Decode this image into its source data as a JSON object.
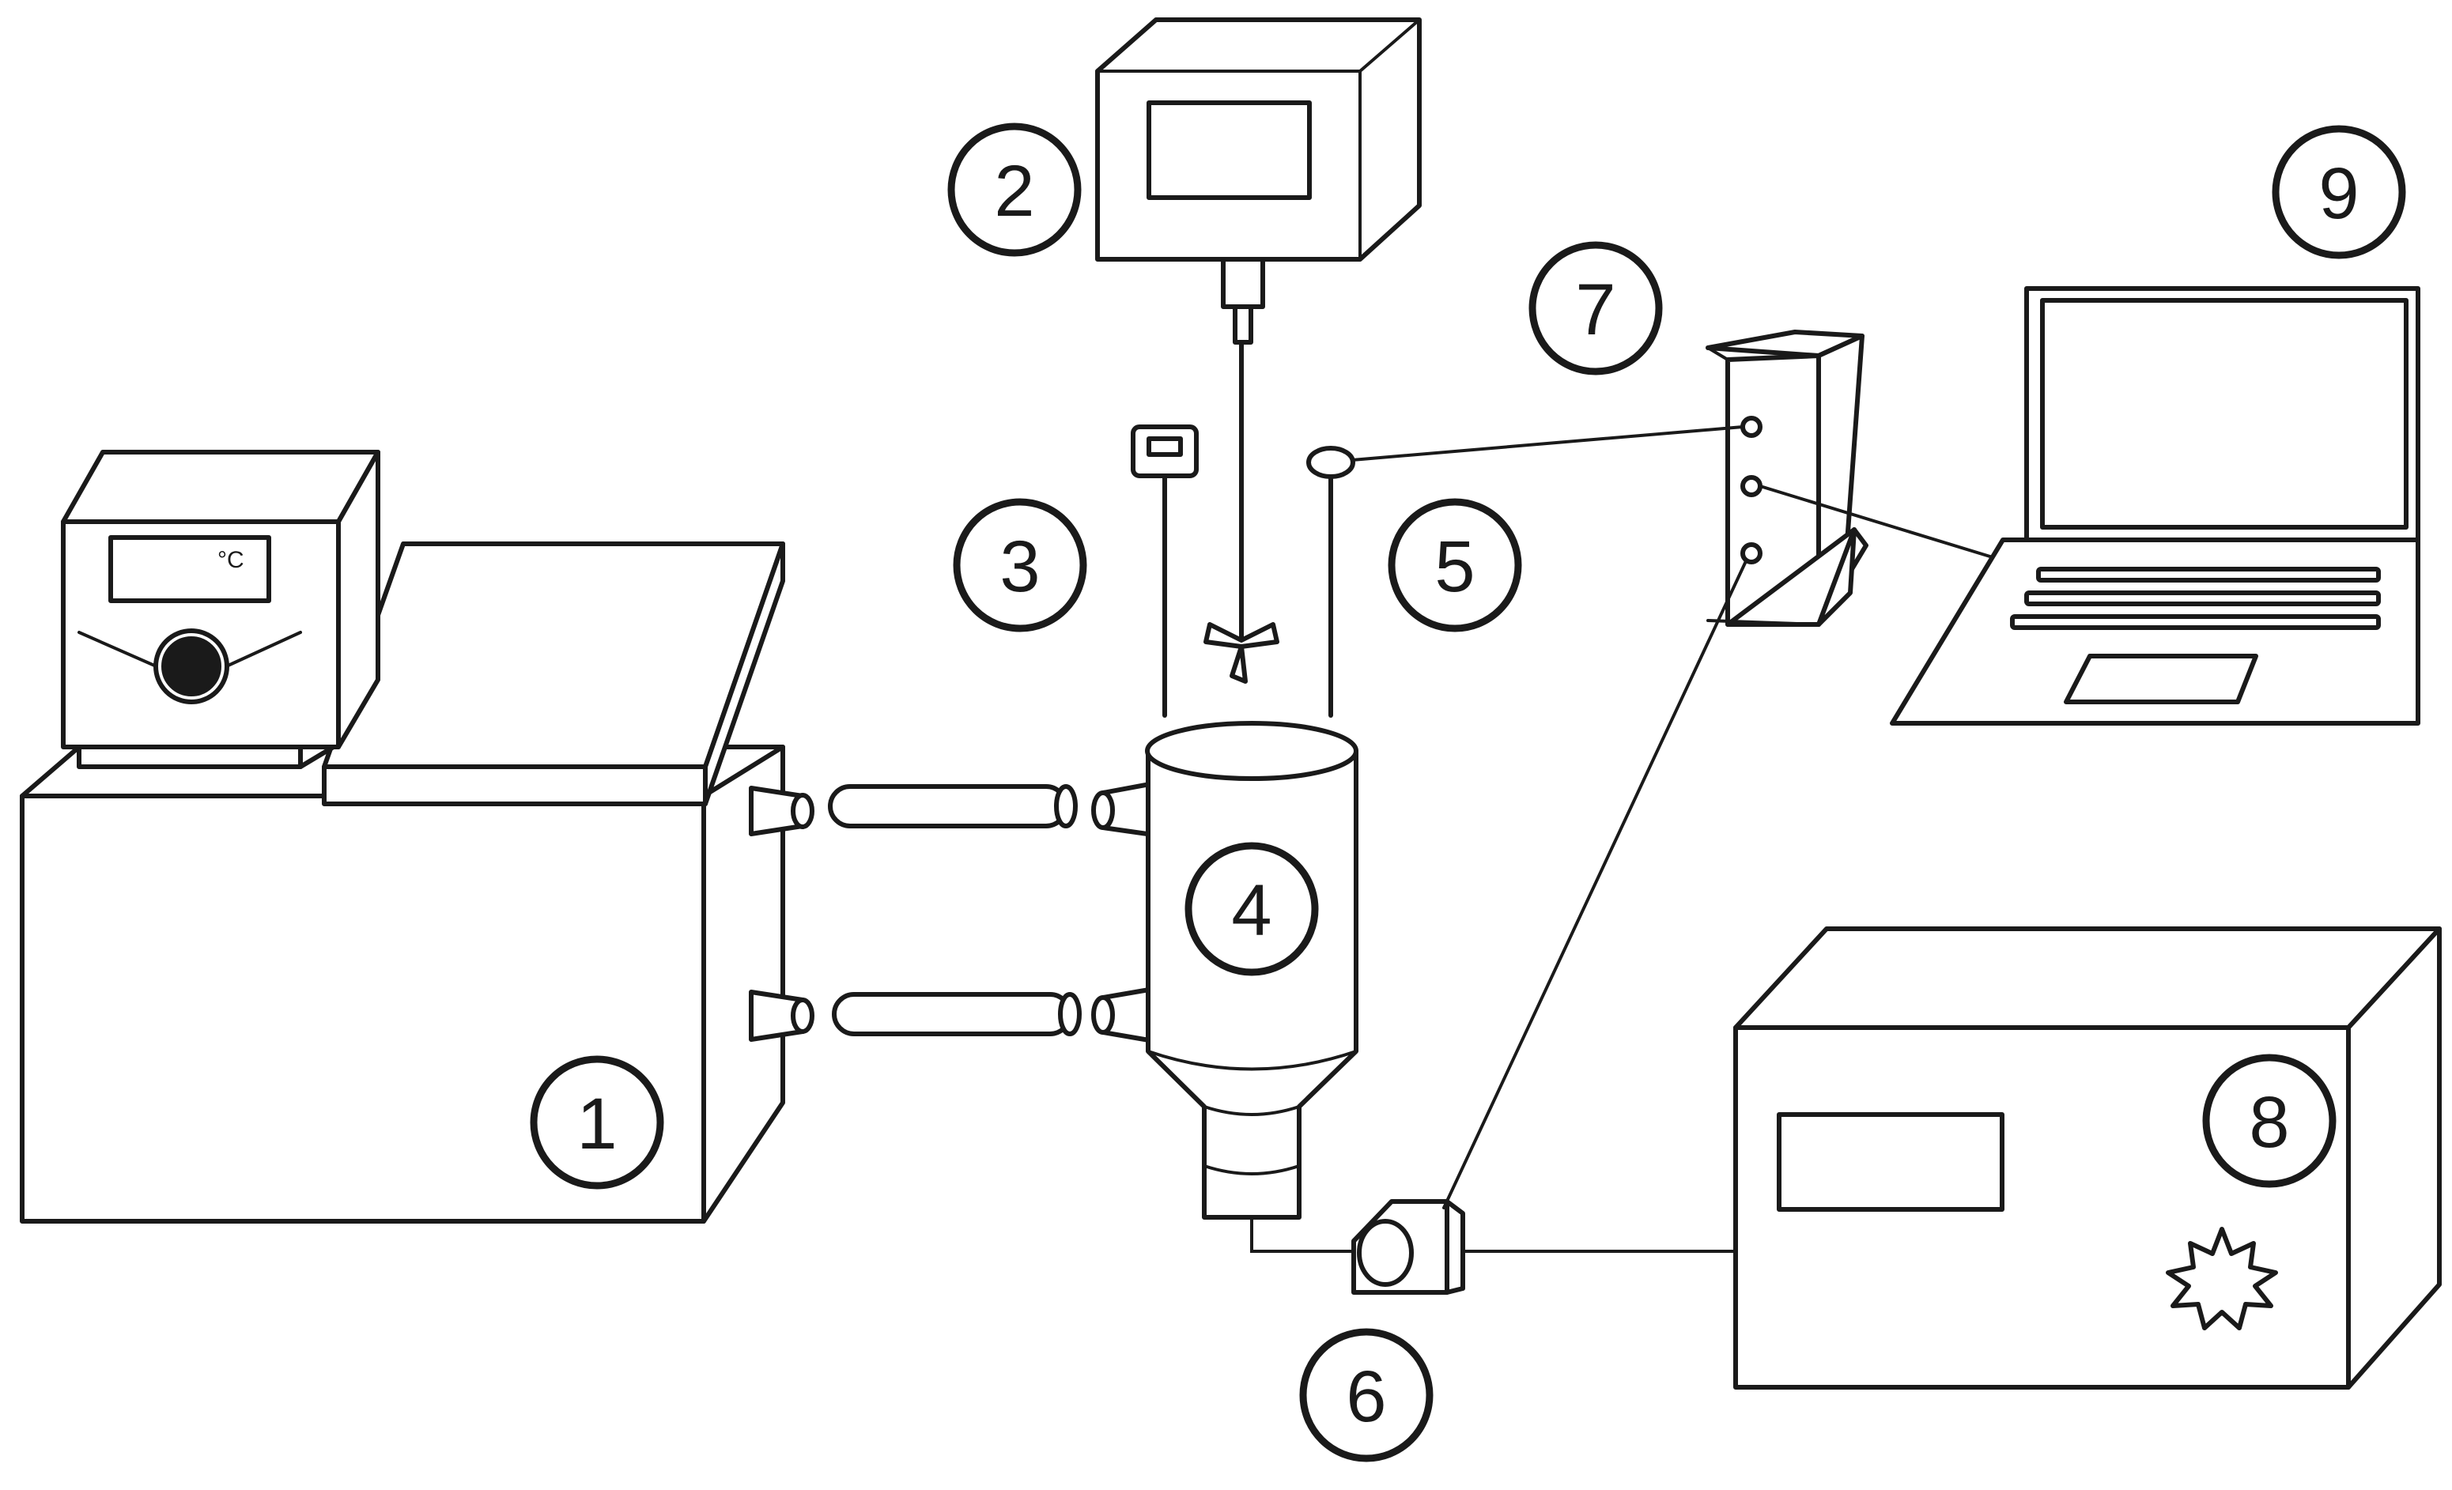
{
  "callouts": [
    "1",
    "2",
    "3",
    "4",
    "5",
    "6",
    "7",
    "8",
    "9"
  ],
  "bath_display_unit": "°C"
}
